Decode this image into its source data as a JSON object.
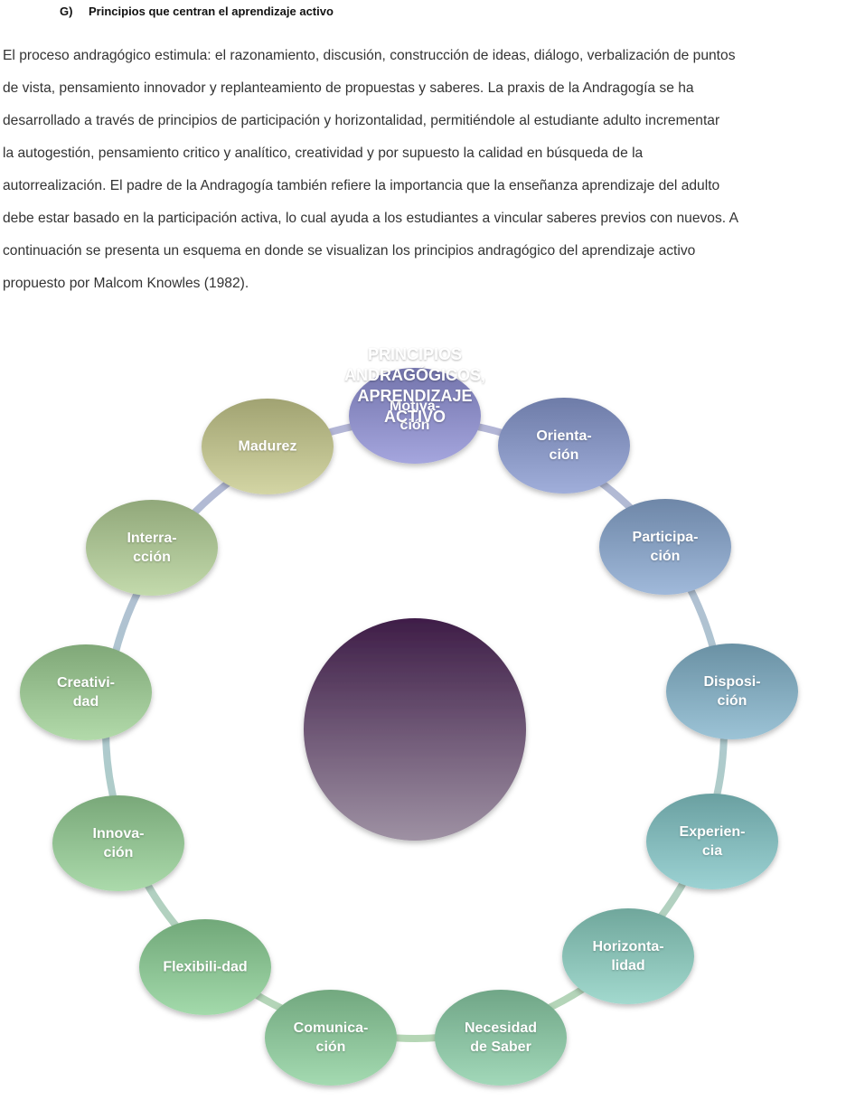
{
  "heading": {
    "marker": "G)",
    "title": "Principios que centran el aprendizaje activo"
  },
  "paragraph_lines": [
    "El proceso andragógico estimula: el razonamiento, discusión, construcción de ideas, diálogo, verbalización de puntos",
    "de vista, pensamiento innovador y replanteamiento de propuestas y saberes.  La praxis de la Andragogía se ha",
    "desarrollado a través de principios de participación y horizontalidad, permitiéndole al estudiante adulto incrementar",
    "la autogestión, pensamiento critico y analítico, creatividad y por supuesto la calidad en búsqueda de la",
    "autorrealización. El padre de la Andragogía también refiere la importancia que la enseñanza aprendizaje del adulto",
    "debe estar basado en la participación activa, lo cual ayuda a los estudiantes a vincular saberes previos con nuevos.  A",
    "continuación se presenta un esquema en donde se visualizan los principios andragógico del aprendizaje activo",
    "propuesto por Malcom Knowles (1982)."
  ],
  "diagram": {
    "center": {
      "label": "PRINCIPIOS\nANDRAGÓGICOS,\nAPRENDIZAJE\nACTIVO",
      "color_top": "#3e1d47",
      "color_bottom": "#9e91a3"
    },
    "nodes": [
      {
        "label": "Motiva-\nción",
        "color": "#8f90c8"
      },
      {
        "label": "Orienta-\nción",
        "color": "#8a98c4"
      },
      {
        "label": "Participa-\nción",
        "color": "#8aa3c4"
      },
      {
        "label": "Disposi-\nción",
        "color": "#86adc0"
      },
      {
        "label": "Experien-\ncia",
        "color": "#86bcbd"
      },
      {
        "label": "Horizonta-\nlidad",
        "color": "#8cc3b8"
      },
      {
        "label": "Necesidad\nde Saber",
        "color": "#8cc2a3"
      },
      {
        "label": "Comunica-\nción",
        "color": "#8ec49b"
      },
      {
        "label": "Flexibili-dad",
        "color": "#8dc495"
      },
      {
        "label": "Innova-\nción",
        "color": "#95c495"
      },
      {
        "label": "Creativi-\ndad",
        "color": "#9cc494"
      },
      {
        "label": "Interra-\ncción",
        "color": "#adc496"
      },
      {
        "label": "Madurez",
        "color": "#bdbf8e"
      }
    ]
  }
}
